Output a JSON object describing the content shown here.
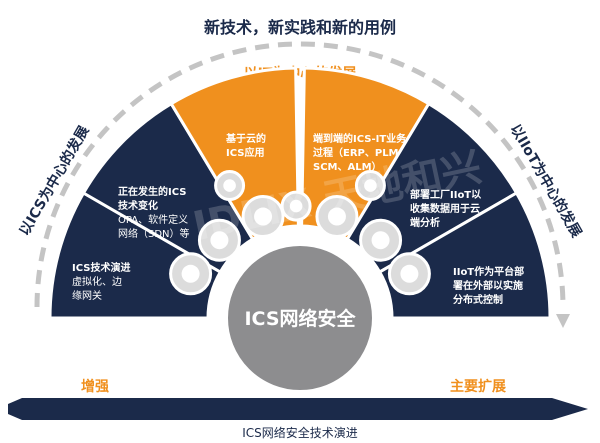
{
  "title": "新技术，新实践和新的用例",
  "top_label": "以IT为中心的发展",
  "left_label": "以ICS为中心的发展",
  "right_label": "以IIoT为中心的发展",
  "segments": [
    {
      "lines": [
        "ICS技术演进",
        "虚拟化、边",
        "缘网关"
      ]
    },
    {
      "lines": [
        "正在发生的ICS",
        "技术变化",
        "OPA、软件定义",
        "网络（SDN）等"
      ]
    },
    {
      "lines": [
        "基于云的",
        "ICS应用"
      ]
    },
    {
      "lines": [
        "端到端的ICS-IT业务",
        "过程（ERP、PLM、",
        "SCM、ALM）"
      ]
    },
    {
      "lines": [
        "部署工厂IIoT以",
        "收集数据用于云",
        "端分析"
      ]
    },
    {
      "lines": [
        "IIoT作为平台部",
        "署在外部以实施",
        "分布式控制"
      ]
    }
  ],
  "center_label": "ICS网络安全",
  "arrow_left_label": "增强",
  "arrow_right_label": "主要扩展",
  "caption": "ICS网络安全技术演进",
  "watermark": "IDLIX 天地和兴",
  "colors": {
    "navy": "#1b2a4a",
    "orange": "#f0901e",
    "center_gray": "#8d8d8f",
    "gear": "#dcdcdc",
    "dashed_arc": "#c4c4c4"
  }
}
